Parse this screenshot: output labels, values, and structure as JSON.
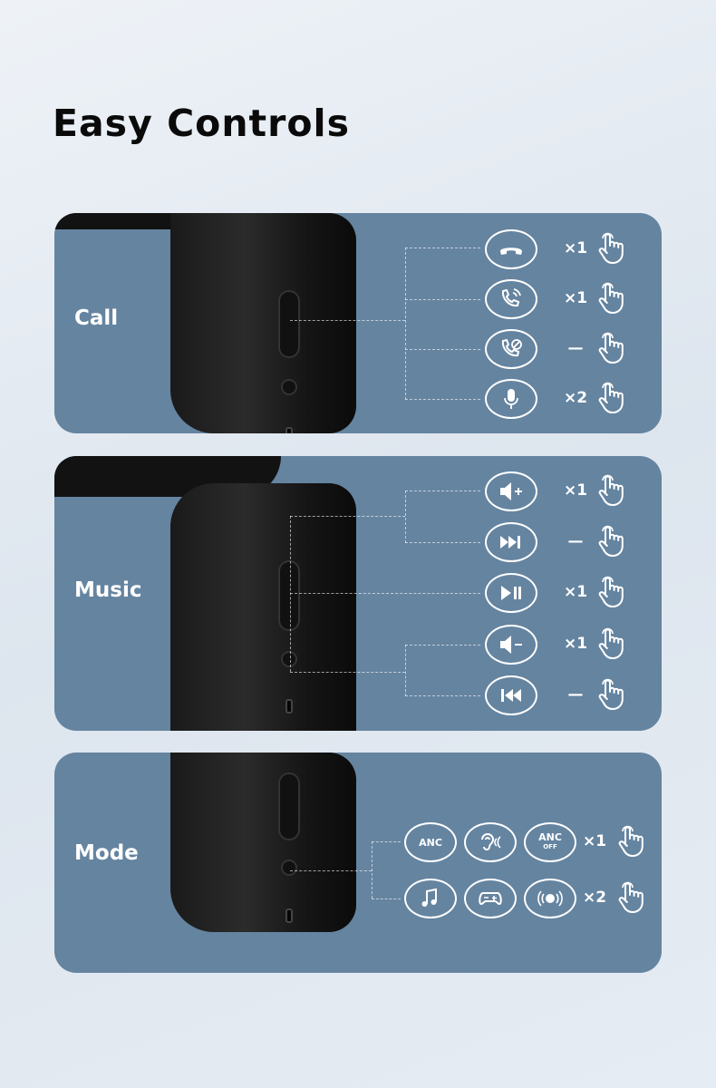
{
  "title": "Easy Controls",
  "sections": [
    {
      "label": "Call",
      "rows": [
        {
          "icon": "hang-up-icon",
          "count": "×1"
        },
        {
          "icon": "answer-call-icon",
          "count": "×1"
        },
        {
          "icon": "reject-call-icon",
          "count": "—"
        },
        {
          "icon": "microphone-icon",
          "count": "×2"
        }
      ]
    },
    {
      "label": "Music",
      "rows": [
        {
          "icon": "volume-up-icon",
          "count": "×1"
        },
        {
          "icon": "next-track-icon",
          "count": "—"
        },
        {
          "icon": "play-pause-icon",
          "count": "×1"
        },
        {
          "icon": "volume-down-icon",
          "count": "×1"
        },
        {
          "icon": "previous-track-icon",
          "count": "—"
        }
      ]
    },
    {
      "label": "Mode",
      "rows": [
        {
          "icons": [
            {
              "name": "anc-icon",
              "text": "ANC"
            },
            {
              "name": "transparency-icon"
            },
            {
              "name": "anc-off-icon",
              "text": "ANC",
              "sub": "OFF"
            }
          ],
          "count": "×1"
        },
        {
          "icons": [
            {
              "name": "music-mode-icon"
            },
            {
              "name": "game-mode-icon"
            },
            {
              "name": "surround-mode-icon"
            }
          ],
          "count": "×2"
        }
      ]
    }
  ],
  "colors": {
    "panel": "#6584a0",
    "title": "#0a0a0a"
  }
}
